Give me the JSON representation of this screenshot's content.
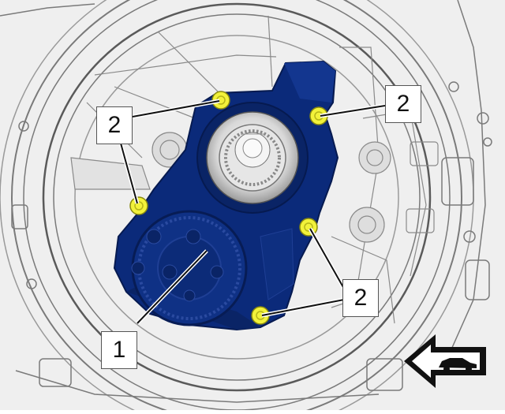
{
  "figure": {
    "background": "#f3f3f3",
    "line_color": "#6b6b6b",
    "part_color": "#0b2a7a",
    "bolt_color": "#f2f23a"
  },
  "callouts": [
    {
      "id": "bolt-top-left",
      "text": "2"
    },
    {
      "id": "bolt-left",
      "text": "2"
    },
    {
      "id": "bolt-top-right",
      "text": "2"
    },
    {
      "id": "bolt-lower",
      "text": "2"
    },
    {
      "id": "actuator",
      "text": "1"
    }
  ],
  "direction_arrow": {
    "icon": "car-forward-arrow-icon"
  }
}
